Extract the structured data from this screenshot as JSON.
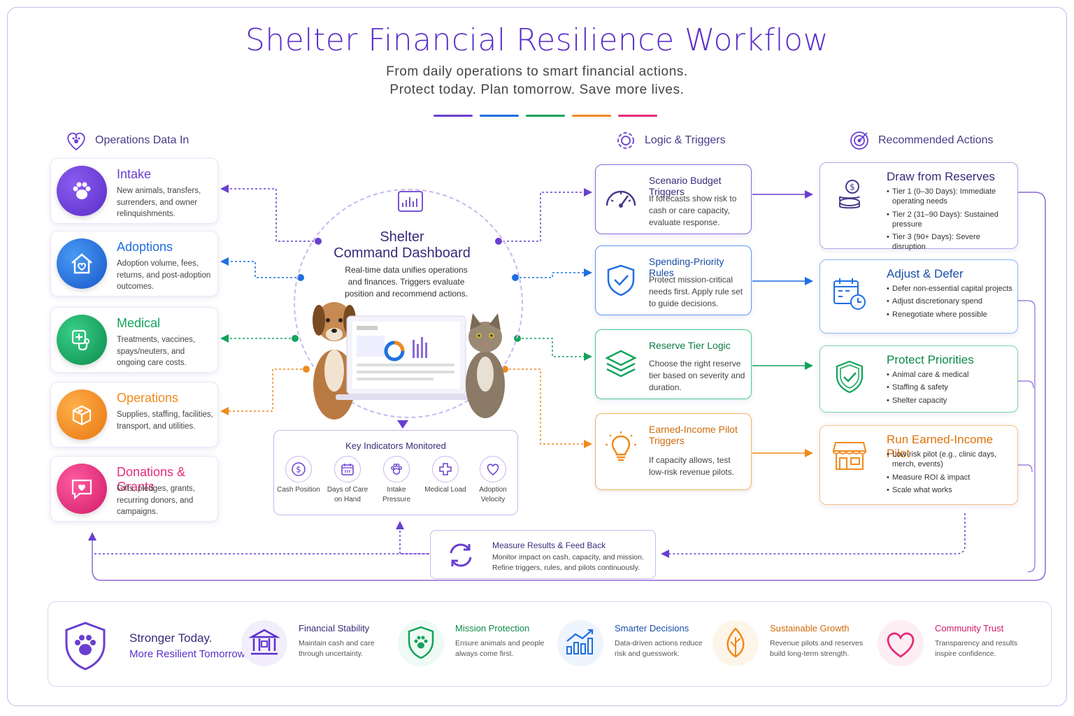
{
  "header": {
    "title": "Shelter Financial Resilience Workflow",
    "subtitle_line1": "From daily operations to smart financial actions.",
    "subtitle_line2": "Protect today. Plan tomorrow. Save more lives."
  },
  "colors": {
    "purple": "#6a3fd0",
    "blue": "#1f6fe0",
    "green": "#12a35b",
    "orange": "#f08a1c",
    "pink": "#e52c7a"
  },
  "sections": {
    "operations": "Operations Data In",
    "logic": "Logic & Triggers",
    "actions": "Recommended Actions"
  },
  "inputs": [
    {
      "title": "Intake",
      "desc": "New animals, transfers, surrenders, and owner relinquishments.",
      "icon": "paw-icon"
    },
    {
      "title": "Adoptions",
      "desc": "Adoption volume, fees, returns, and post-adoption outcomes.",
      "icon": "house-heart-icon"
    },
    {
      "title": "Medical",
      "desc": "Treatments, vaccines, spays/neuters, and ongoing care costs.",
      "icon": "medical-icon"
    },
    {
      "title": "Operations",
      "desc": "Supplies, staffing, facilities, transport, and utilities.",
      "icon": "box-icon"
    },
    {
      "title": "Donations & Grants",
      "desc": "Gifts, pledges, grants, recurring donors, and campaigns.",
      "icon": "heart-message-icon"
    }
  ],
  "dashboard": {
    "title_line1": "Shelter",
    "title_line2": "Command Dashboard",
    "desc": "Real-time data unifies operations and finances. Triggers evaluate position and recommend actions."
  },
  "key_indicators": {
    "title": "Key Indicators Monitored",
    "items": [
      {
        "label": "Cash Position",
        "icon": "dollar-icon"
      },
      {
        "label": "Days of Care on Hand",
        "icon": "calendar-icon"
      },
      {
        "label": "Intake Pressure",
        "icon": "paw-icon"
      },
      {
        "label": "Medical Load",
        "icon": "cross-icon"
      },
      {
        "label": "Adoption Velocity",
        "icon": "heart-icon"
      }
    ]
  },
  "triggers": [
    {
      "title": "Scenario Budget Triggers",
      "desc": "If forecasts show risk to cash or care capacity, evaluate response.",
      "icon": "gauge-icon"
    },
    {
      "title": "Spending-Priority Rules",
      "desc": "Protect mission-critical needs first. Apply rule set to guide decisions.",
      "icon": "shield-check-icon"
    },
    {
      "title": "Reserve Tier Logic",
      "desc": "Choose the right reserve tier based on severity and duration.",
      "icon": "layers-icon"
    },
    {
      "title": "Earned-Income Pilot Triggers",
      "desc": "If capacity allows, test low-risk revenue pilots.",
      "icon": "lightbulb-icon"
    }
  ],
  "actions": [
    {
      "title": "Draw from Reserves",
      "items": [
        "Tier 1 (0–30 Days): Immediate operating needs",
        "Tier 2 (31–90 Days): Sustained pressure",
        "Tier 3 (90+ Days): Severe disruption"
      ],
      "icon": "coins-icon"
    },
    {
      "title": "Adjust & Defer",
      "items": [
        "Defer non-essential capital projects",
        "Adjust discretionary spend",
        "Renegotiate where possible"
      ],
      "icon": "calendar-clock-icon"
    },
    {
      "title": "Protect Priorities",
      "items": [
        "Animal care & medical",
        "Staffing & safety",
        "Shelter capacity"
      ],
      "icon": "shield-check-icon"
    },
    {
      "title": "Run Earned-Income Pilot",
      "items": [
        "Low-risk pilot (e.g., clinic days, merch, events)",
        "Measure ROI & impact",
        "Scale what works"
      ],
      "icon": "storefront-icon"
    }
  ],
  "measure": {
    "title": "Measure Results & Feed Back",
    "desc": "Monitor impact on cash, capacity, and mission. Refine triggers, rules, and pilots continuously."
  },
  "bottom": {
    "hero_line1": "Stronger Today.",
    "hero_line2": "More Resilient Tomorrow.",
    "items": [
      {
        "title": "Financial Stability",
        "desc": "Maintain cash and care through uncertainty.",
        "icon": "bank-icon"
      },
      {
        "title": "Mission Protection",
        "desc": "Ensure animals and people always come first.",
        "icon": "shield-paw-icon"
      },
      {
        "title": "Smarter Decisions",
        "desc": "Data-driven actions reduce risk and guesswork.",
        "icon": "chart-growth-icon"
      },
      {
        "title": "Sustainable Growth",
        "desc": "Revenue pilots and reserves build long-term strength.",
        "icon": "leaf-icon"
      },
      {
        "title": "Community Trust",
        "desc": "Transparency and results inspire confidence.",
        "icon": "heart-icon"
      }
    ]
  }
}
